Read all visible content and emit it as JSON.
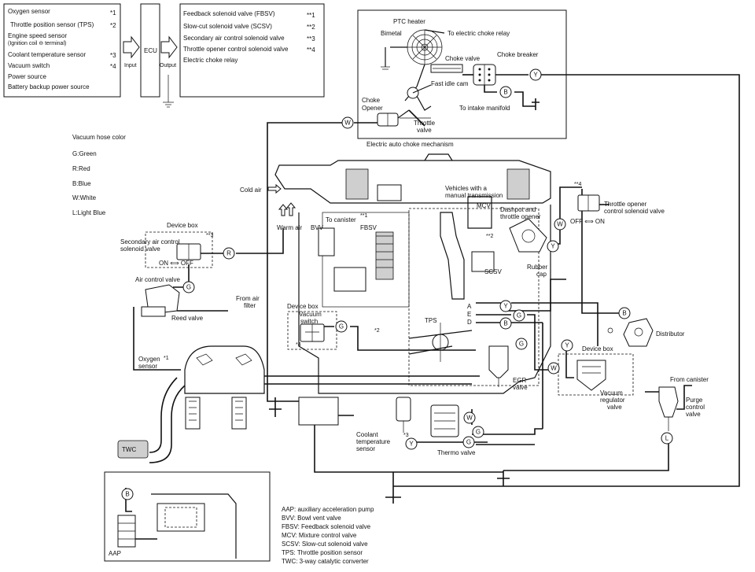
{
  "inputs": [
    "Oxygen sensor",
    "Throttle position sensor (TPS)",
    "Engine speed sensor",
    "(Ignition coil ⊖ terminal)",
    "Coolant temperature sensor",
    "Vacuum switch",
    "Power source",
    "Battery backup power source"
  ],
  "input_marks": [
    "*1",
    "*2",
    "*3",
    "*4"
  ],
  "ecu": {
    "label": "ECU",
    "input": "Input",
    "output": "Output"
  },
  "outputs": [
    "Feedback solenoid valve (FBSV)",
    "Slow-cut solenoid valve (SCSV)",
    "Secondary air control solenoid valve",
    "Throttle opener control solenoid valve",
    "Electric choke relay"
  ],
  "output_marks": [
    "**1",
    "**2",
    "**3",
    "**4"
  ],
  "hose_color_legend": {
    "title": "Vacuum hose color",
    "items": [
      "G:Green",
      "R:Red",
      "B:Blue",
      "W:White",
      "L:Light Blue"
    ]
  },
  "choke": {
    "ptc_heater": "PTC heater",
    "bimetal": "Bimetal",
    "to_relay": "To electric choke relay",
    "choke_valve": "Choke valve",
    "choke_breaker": "Choke breaker",
    "fast_idle_cam": "Fast idle cam",
    "to_intake": "To intake manifold",
    "choke_opener": "Choke Opener",
    "throttle_valve": "Throttle valve",
    "caption": "Electric auto choke mechanism"
  },
  "labels": {
    "cold_air": "Cold air",
    "warm_air": "Warm air",
    "to_canister": "To canister",
    "bvv": "BVV",
    "fbsv": "FBSV",
    "fbsv_mark": "**1",
    "manual_note": "Vehicles with a manual transmission",
    "mcv": "MCV",
    "dashpot": "Dashpot and throttle opener",
    "scsv": "SCSV",
    "scsv_mark": "**2",
    "rubber_cap": "Rubber cap",
    "to_opener_mark": "**4",
    "throttle_opener_ctrl": "Throttle opener control solenoid valve",
    "off_on": "OFF ⟺ ON",
    "device_box": "Device box",
    "sec_air_mark": "**3",
    "sec_air_valve": "Secondary air control solenoid valve",
    "on_off": "ON ⟺ OFF",
    "air_control_valve": "Air control valve",
    "from_air_filter": "From air filter",
    "reed_valve": "Reed valve",
    "vacuum_switch": "Vacuum switch",
    "vacuum_mark": "*4",
    "tps": "TPS",
    "tps_mark": "*2",
    "ports": [
      "A",
      "E",
      "D"
    ],
    "oxygen_sensor": "Oxygen sensor",
    "oxygen_mark": "*1",
    "distributor": "Distributor",
    "egr_valve": "EGR valve",
    "vacuum_regulator": "Vacuum regulator valve",
    "from_canister": "From canister",
    "purge_valve": "Purge control valve",
    "coolant_sensor": "Coolant temperature sensor",
    "coolant_mark": "*3",
    "thermo_valve": "Thermo valve",
    "twc": "TWC",
    "aap": "AAP"
  },
  "abbreviations": [
    "AAP: auxiliary acceleration pump",
    "BVV: Bowl vent valve",
    "FBSV: Feedback solenoid valve",
    "MCV: Mixture control valve",
    "SCSV: Slow-cut solenoid valve",
    "TPS: Throttle position sensor",
    "TWC: 3-way catalytic converter"
  ],
  "hose_codes": [
    "Y",
    "B",
    "W",
    "R",
    "G",
    "G",
    "Y",
    "G",
    "B",
    "G",
    "W",
    "Y",
    "W",
    "G",
    "B",
    "Y",
    "L",
    "W",
    "B"
  ]
}
